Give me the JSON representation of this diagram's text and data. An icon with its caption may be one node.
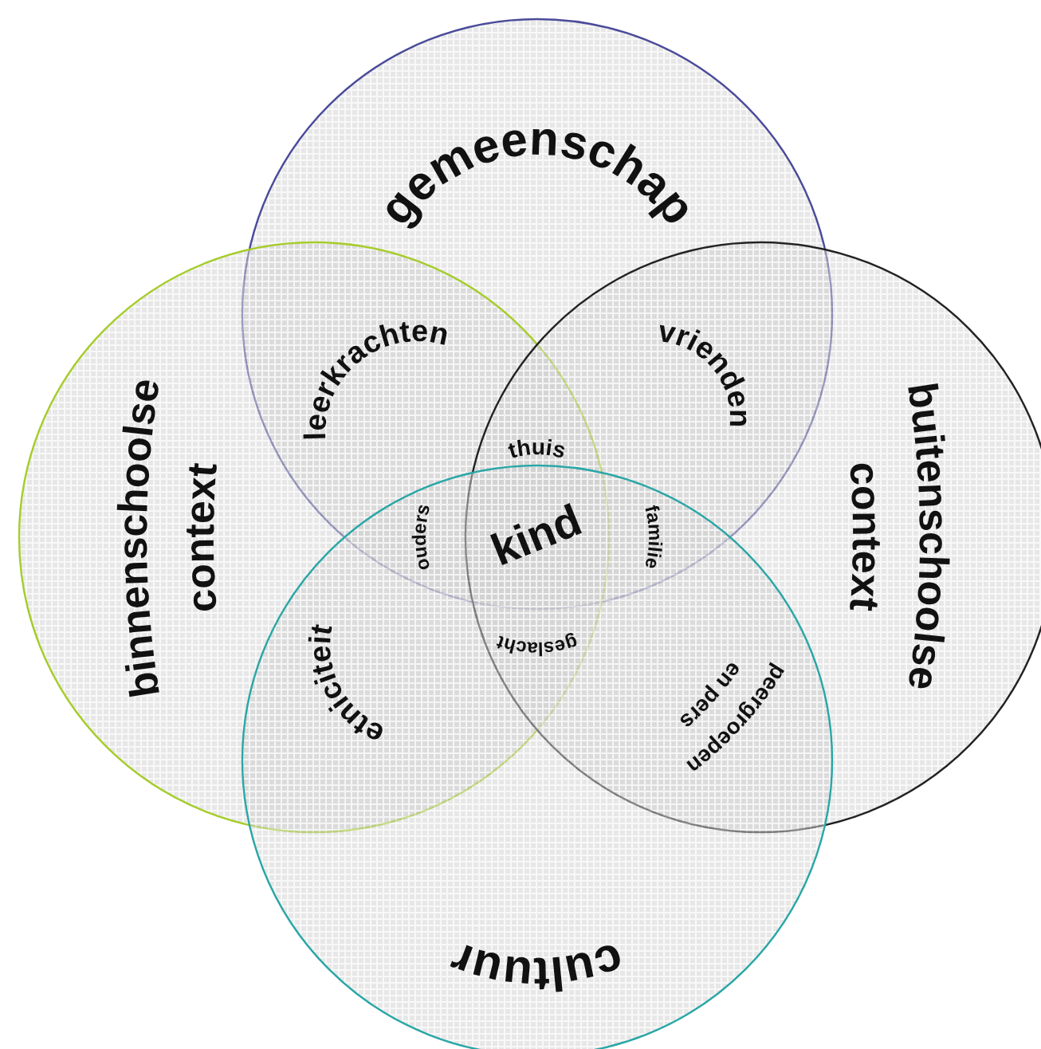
{
  "diagram": {
    "nodes": [
      {
        "text": [
          "gemeenschap"
        ]
      },
      {
        "text": [
          "binnenschoolse",
          "context"
        ]
      },
      {
        "text": [
          "context",
          "buitenschoolse"
        ]
      },
      {
        "text": [
          "cultuur"
        ]
      }
    ],
    "labels": [
      "leerkrachten",
      "vrienden",
      "thuis",
      "ouders",
      "kind",
      "familie",
      "etniciteit",
      "geslacht",
      "peergroepen en pers"
    ]
  }
}
